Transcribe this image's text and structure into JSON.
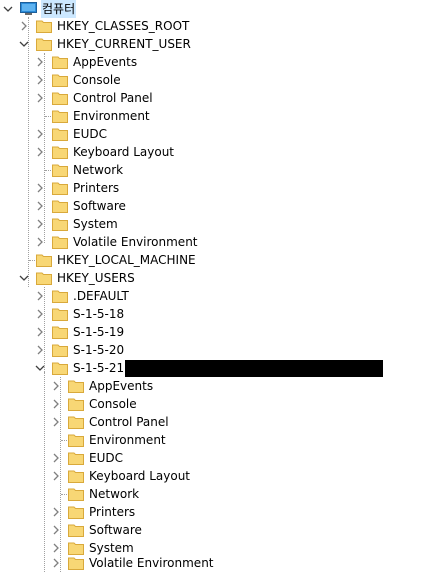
{
  "root": {
    "label": "컴퓨터"
  },
  "hives": {
    "classes_root": "HKEY_CLASSES_ROOT",
    "current_user": "HKEY_CURRENT_USER",
    "local_machine": "HKEY_LOCAL_MACHINE",
    "users": "HKEY_USERS"
  },
  "hkcu_children": [
    "AppEvents",
    "Console",
    "Control Panel",
    "Environment",
    "EUDC",
    "Keyboard Layout",
    "Network",
    "Printers",
    "Software",
    "System",
    "Volatile Environment"
  ],
  "hku_children": [
    ".DEFAULT",
    "S-1-5-18",
    "S-1-5-19",
    "S-1-5-20",
    "S-1-5-21"
  ],
  "sid_children": [
    "AppEvents",
    "Console",
    "Control Panel",
    "Environment",
    "EUDC",
    "Keyboard Layout",
    "Network",
    "Printers",
    "Software",
    "System",
    "Volatile Environment"
  ],
  "colors": {
    "folder": "#f8d775",
    "folder_edge": "#d9a93b",
    "selection": "#cce8ff",
    "computer": "#2b8bd8"
  }
}
